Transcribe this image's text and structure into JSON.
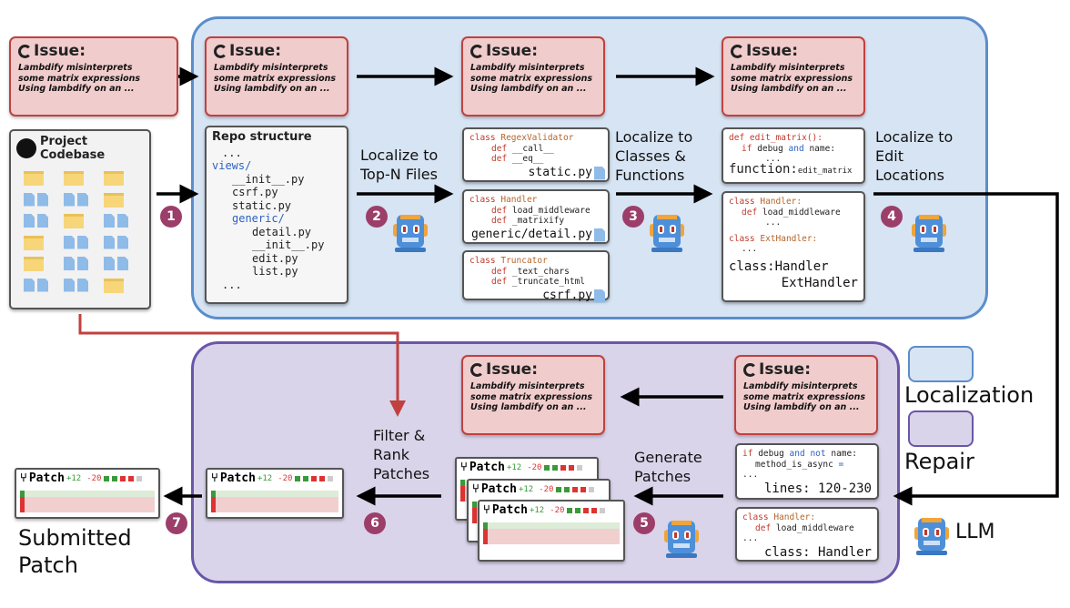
{
  "issue": {
    "title": "Issue:",
    "lines": [
      "Lambdify misinterprets",
      "some matrix expressions",
      "Using lambdify on an ..."
    ]
  },
  "codebase": {
    "title_line1": "Project",
    "title_line2": "Codebase",
    "icon": "github-icon"
  },
  "repo": {
    "title": "Repo structure",
    "lines": [
      "...",
      "views/",
      "__init__.py",
      "csrf.py",
      "static.py",
      "generic/",
      "detail.py",
      "__init__.py",
      "edit.py",
      "list.py",
      "..."
    ]
  },
  "files": [
    {
      "cls": "RegexValidator",
      "defs": [
        "__call__",
        "__eq__"
      ],
      "name": "static.py"
    },
    {
      "cls": "Handler",
      "defs": [
        "load_middleware",
        "_matrixify"
      ],
      "name": "generic/detail.py"
    },
    {
      "cls": "Truncator",
      "defs": [
        "_text_chars",
        "_truncate_html"
      ],
      "name": "csrf.py"
    }
  ],
  "func_card": {
    "def": "def",
    "fname": "edit_matrix():",
    "if": "if",
    "debug": "debug",
    "and": "and",
    "name": "name:",
    "dots": "...",
    "label": "function:",
    "value": "edit_matrix"
  },
  "class_card": {
    "c1": "Handler:",
    "d1": "load_middleware",
    "c2": "ExtHandler:",
    "dots": "...",
    "label": "class:Handler",
    "label2": "ExtHandler",
    "class_kw": "class",
    "def_kw": "def"
  },
  "edit_card": {
    "if": "if",
    "rest": "debug",
    "and": "and",
    "not": "not",
    "name": "name:",
    "line2": "method_is_async",
    "eq": "=",
    "dots": "...",
    "label": "lines: 120-230"
  },
  "handler_card": {
    "class_kw": "class",
    "cls": "Handler:",
    "def_kw": "def",
    "def": "load_middleware",
    "dots": "...",
    "label": "class: Handler"
  },
  "labels": {
    "top_n": [
      "Localize to",
      "Top-N Files"
    ],
    "classes": [
      "Localize to",
      "Classes &",
      "Functions"
    ],
    "edit": [
      "Localize to",
      "Edit",
      "Locations"
    ],
    "generate": [
      "Generate",
      "Patches"
    ],
    "filter": [
      "Filter &",
      "Rank",
      "Patches"
    ],
    "submitted": [
      "Submitted",
      "Patch"
    ]
  },
  "patch": {
    "title": "Patch",
    "added": "+12",
    "removed": "-20"
  },
  "steps": [
    "1",
    "2",
    "3",
    "4",
    "5",
    "6",
    "7"
  ],
  "legend": {
    "localization": "Localization",
    "repair": "Repair",
    "llm": "LLM"
  },
  "colors": {
    "localization_fill": "#d7e4f3",
    "localization_border": "#5b8dcb",
    "repair_fill": "#dad4ea",
    "repair_border": "#6a56a9",
    "issue_fill": "#f1cccc",
    "issue_border": "#c0413f",
    "step_badge": "#9c3e6a",
    "codebase_arrow": "#c0413f"
  }
}
